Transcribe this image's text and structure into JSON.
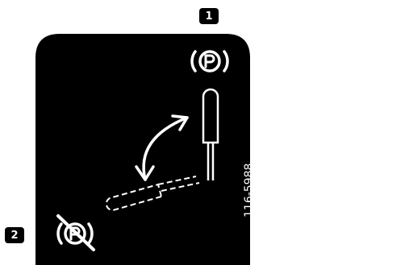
{
  "callouts": {
    "engaged": "1",
    "released": "2"
  },
  "part_number": "116-5988",
  "icons": {
    "engaged": "parking-brake-engaged-icon",
    "released": "parking-brake-released-icon",
    "motion": "double-headed-curved-arrow-icon"
  },
  "colors": {
    "panel": "#000000",
    "artwork": "#ffffff",
    "background": "#ffffff"
  }
}
